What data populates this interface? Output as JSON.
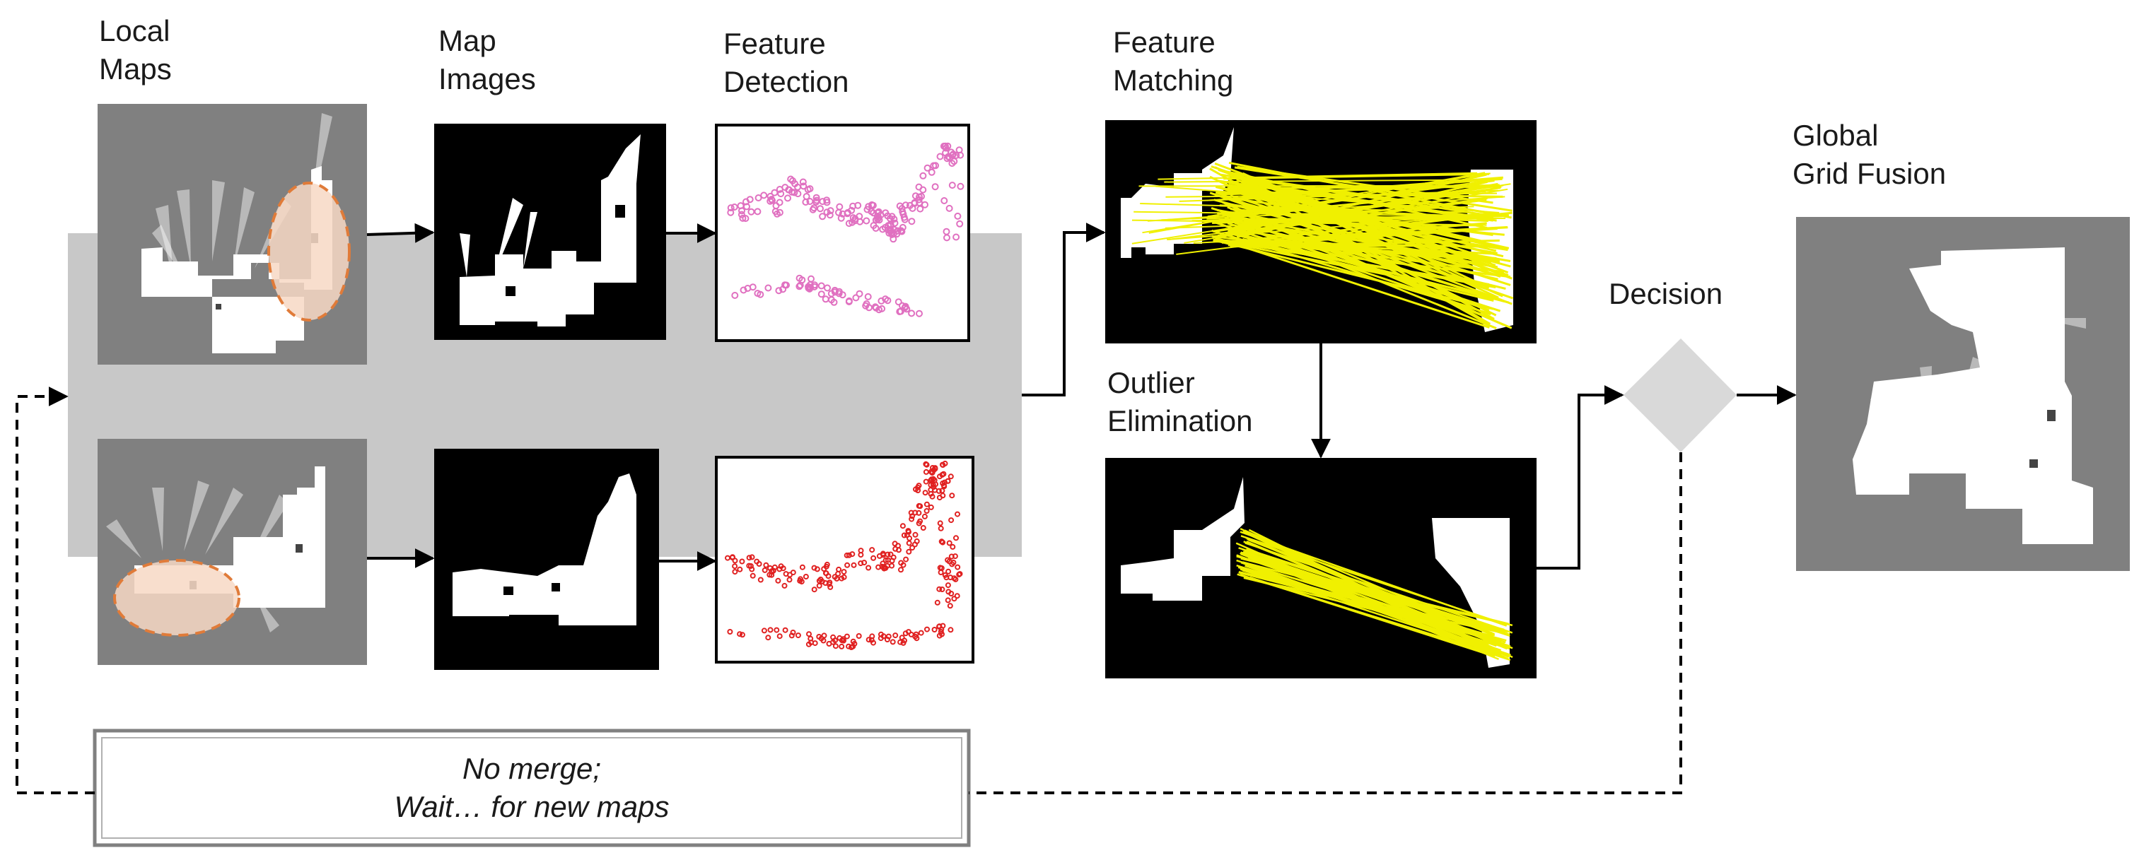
{
  "labels": {
    "local_maps": [
      "Local",
      "Maps"
    ],
    "map_images": [
      "Map",
      "Images"
    ],
    "feature_detection": [
      "Feature",
      "Detection"
    ],
    "feature_matching": [
      "Feature",
      "Matching"
    ],
    "outlier_elimination": [
      "Outlier",
      "Elimination"
    ],
    "decision": "Decision",
    "global_grid_fusion": [
      "Global",
      "Grid Fusion"
    ]
  },
  "no_merge": [
    "No merge;",
    "Wait… for new maps"
  ],
  "colors": {
    "band": "#c8c8c8",
    "map_gray": "#808080",
    "highlight_fill": "#f7d8c4",
    "highlight_stroke": "#e07b39",
    "feature_top": "#e070c0",
    "feature_bottom": "#e02020",
    "match_line": "#f0f000",
    "decision_fill": "#d9d9d9"
  }
}
